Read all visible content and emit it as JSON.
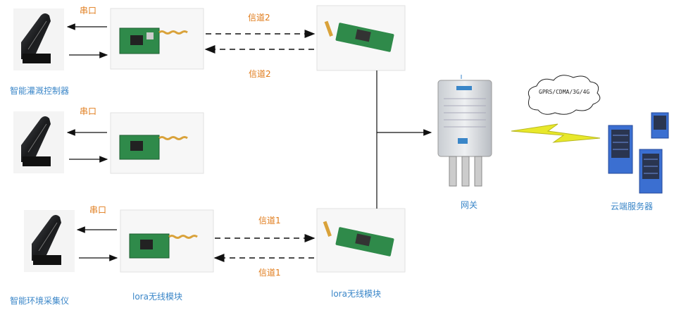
{
  "labels": {
    "serial": "串口",
    "channel2": "信道2",
    "channel1": "信道1",
    "irrigation_controller": "智能灌溉控制器",
    "env_collector": "智能环境采集仪",
    "lora_module": "lora无线模块",
    "gateway": "网关",
    "cloud_server": "云端服务器",
    "network": "GPRS/CDMA/3G/4G"
  },
  "colors": {
    "label_orange": "#e07b1a",
    "label_blue": "#3a86c8",
    "pcb_green": "#2f8a4a",
    "antenna_gold": "#d9a23a",
    "bolt_yellow": "#e8e82a",
    "server_blue": "#3b6fd1"
  }
}
